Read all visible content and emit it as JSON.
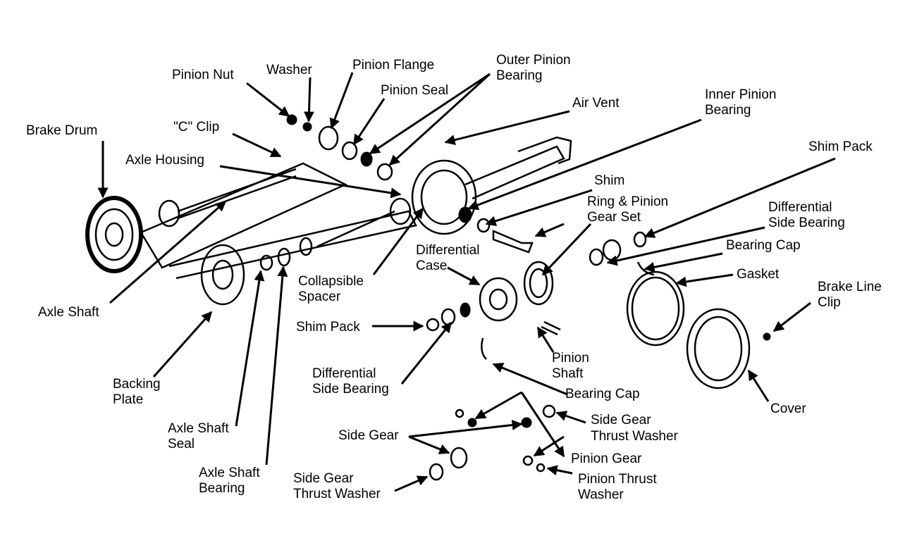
{
  "labels": {
    "pinion_nut": "Pinion Nut",
    "washer": "Washer",
    "pinion_flange": "Pinion Flange",
    "outer_pinion_bearing_1": "Outer Pinion",
    "outer_pinion_bearing_2": "Bearing",
    "pinion_seal": "Pinion Seal",
    "air_vent": "Air Vent",
    "inner_pinion_bearing_1": "Inner Pinion",
    "inner_pinion_bearing_2": "Bearing",
    "brake_drum": "Brake Drum",
    "c_clip": "\"C\" Clip",
    "axle_housing": "Axle Housing",
    "shim_pack_top": "Shim Pack",
    "shim": "Shim",
    "ring_pinion_1": "Ring & Pinion",
    "ring_pinion_2": "Gear Set",
    "diff_side_bearing_top_1": "Differential",
    "diff_side_bearing_top_2": "Side Bearing",
    "bearing_cap_top": "Bearing Cap",
    "gasket": "Gasket",
    "diff_case_1": "Differential",
    "diff_case_2": "Case",
    "collapsible_spacer_1": "Collapsible",
    "collapsible_spacer_2": "Spacer",
    "axle_shaft": "Axle Shaft",
    "brake_line_clip_1": "Brake Line",
    "brake_line_clip_2": "Clip",
    "shim_pack_low": "Shim Pack",
    "pinion_shaft_1": "Pinion",
    "pinion_shaft_2": "Shaft",
    "diff_side_bearing_low_1": "Differential",
    "diff_side_bearing_low_2": "Side Bearing",
    "backing_plate_1": "Backing",
    "backing_plate_2": "Plate",
    "bearing_cap_low": "Bearing Cap",
    "cover": "Cover",
    "axle_shaft_seal_1": "Axle Shaft",
    "axle_shaft_seal_2": "Seal",
    "side_gear_thrust_washer_r_1": "Side Gear",
    "side_gear_thrust_washer_r_2": "Thrust Washer",
    "side_gear": "Side Gear",
    "pinion_gear": "Pinion Gear",
    "axle_shaft_bearing_1": "Axle Shaft",
    "axle_shaft_bearing_2": "Bearing",
    "side_gear_thrust_washer_l_1": "Side Gear",
    "side_gear_thrust_washer_l_2": "Thrust Washer",
    "pinion_thrust_washer_1": "Pinion Thrust",
    "pinion_thrust_washer_2": "Washer"
  }
}
